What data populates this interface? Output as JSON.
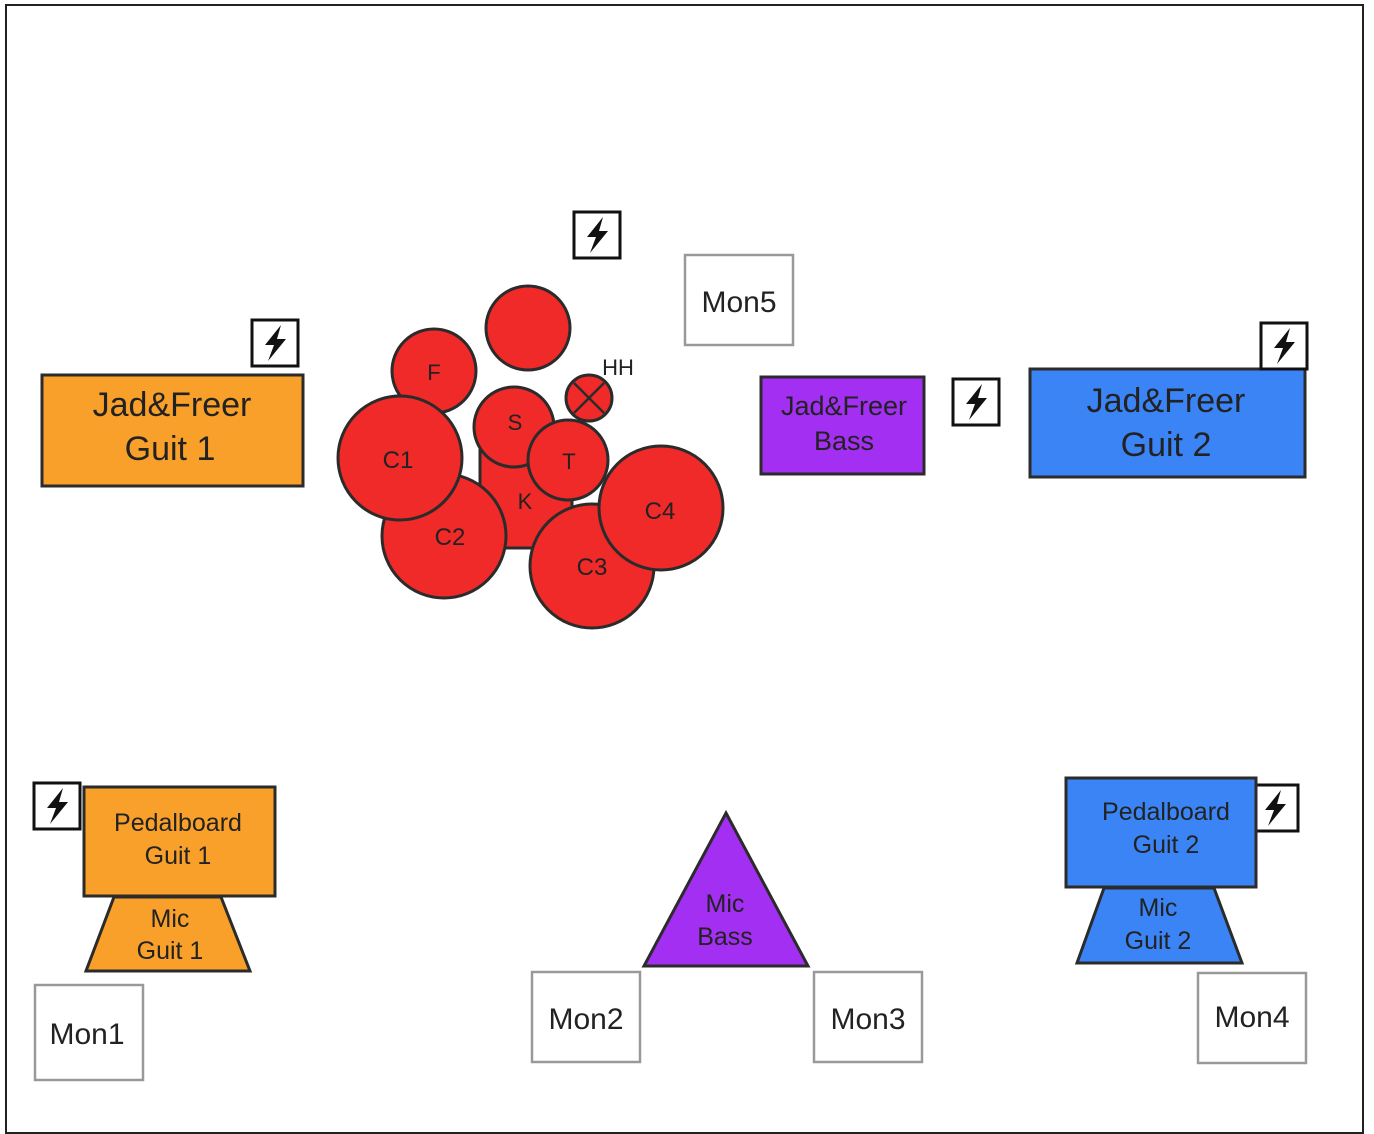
{
  "colors": {
    "orange": "#f9a02b",
    "blue": "#3b84f5",
    "purple": "#a22ff2",
    "red": "#f02929",
    "white": "#ffffff",
    "stroke": "#2b2b2b"
  },
  "amps": {
    "guit1": {
      "line1": "Jad&Freer",
      "line2": "Guit 1"
    },
    "bass": {
      "line1": "Jad&Freer",
      "line2": "Bass"
    },
    "guit2": {
      "line1": "Jad&Freer",
      "line2": "Guit 2"
    }
  },
  "drums": {
    "floor": "F",
    "snare": "S",
    "tom": "T",
    "kick": "K",
    "c1": "C1",
    "c2": "C2",
    "c3": "C3",
    "c4": "C4",
    "hihat": "HH"
  },
  "monitors": {
    "mon1": "Mon1",
    "mon2": "Mon2",
    "mon3": "Mon3",
    "mon4": "Mon4",
    "mon5": "Mon5"
  },
  "pedalboards": {
    "guit1": {
      "line1": "Pedalboard",
      "line2": "Guit 1"
    },
    "guit2": {
      "line1": "Pedalboard",
      "line2": "Guit 2"
    }
  },
  "mics": {
    "guit1": {
      "line1": "Mic",
      "line2": "Guit 1"
    },
    "bass": {
      "line1": "Mic",
      "line2": "Bass"
    },
    "guit2": {
      "line1": "Mic",
      "line2": "Guit 2"
    }
  },
  "icons": {
    "power": "lightning-bolt"
  }
}
